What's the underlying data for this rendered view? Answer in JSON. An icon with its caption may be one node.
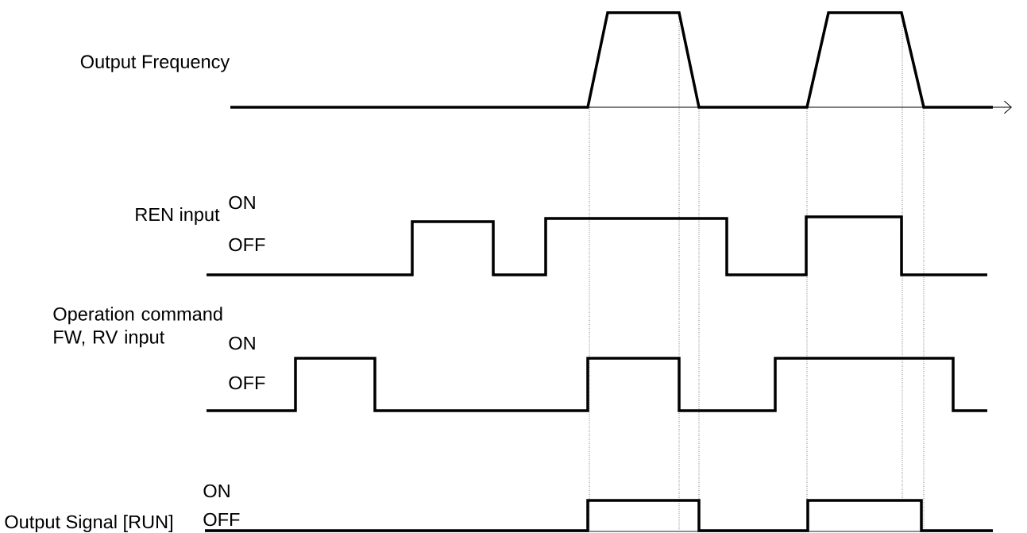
{
  "diagram": {
    "labels": [
      "Output Frequency",
      "ON",
      "REN input",
      "OFF",
      "Operation command FW, RV input",
      "ON",
      "OFF",
      "ON",
      "Output Signal [RUN]",
      "OFF"
    ]
  }
}
